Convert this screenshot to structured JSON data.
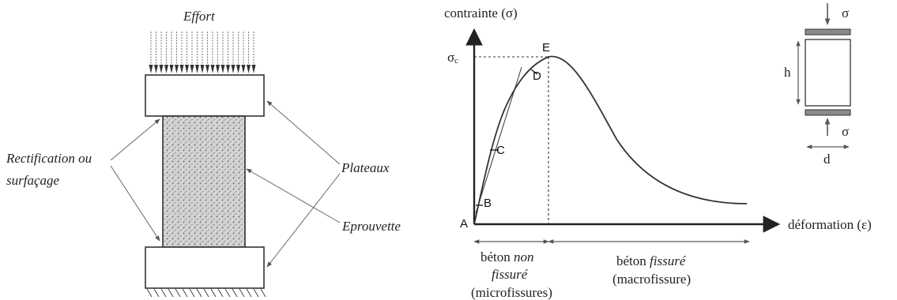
{
  "left_figure": {
    "effort": "Effort",
    "rectification_line1": "Rectification ou",
    "rectification_line2": "surfaçage",
    "plateaux": "Plateaux",
    "eprouvette": "Eprouvette"
  },
  "graph": {
    "y_axis_label": "contrainte (σ)",
    "x_axis_label": "déformation (ε)",
    "sigma_c": "σ",
    "sigma_c_sub": "c",
    "points": [
      "A",
      "B",
      "C",
      "D",
      "E"
    ],
    "region_left_line1_a": "béton ",
    "region_left_line1_b": "non",
    "region_left_line2": "fissuré",
    "region_left_line3": "(microfissures)",
    "region_right_line1_a": "béton ",
    "region_right_line1_b": "fissuré",
    "region_right_line2": "(macrofissure)"
  },
  "specimen": {
    "sigma_top": "σ",
    "sigma_bottom": "σ",
    "h": "h",
    "d": "d"
  }
}
